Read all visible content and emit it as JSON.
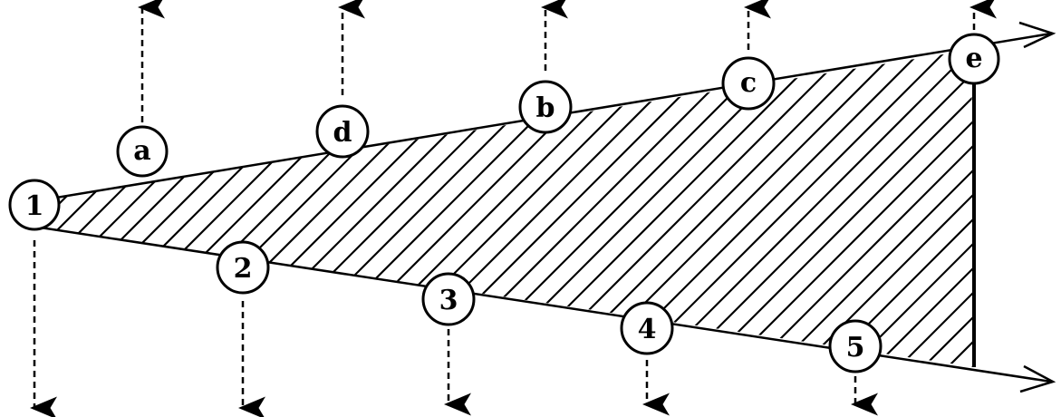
{
  "diagram": {
    "stroke_color": "#000000",
    "fill_color": "#ffffff",
    "upper_nodes": [
      {
        "id": "node-1",
        "label": "1"
      },
      {
        "id": "node-a",
        "label": "a"
      },
      {
        "id": "node-d",
        "label": "d"
      },
      {
        "id": "node-b",
        "label": "b"
      },
      {
        "id": "node-c",
        "label": "c"
      },
      {
        "id": "node-e",
        "label": "e"
      }
    ],
    "lower_nodes": [
      {
        "id": "node-2",
        "label": "2"
      },
      {
        "id": "node-3",
        "label": "3"
      },
      {
        "id": "node-4",
        "label": "4"
      },
      {
        "id": "node-5",
        "label": "5"
      }
    ]
  }
}
